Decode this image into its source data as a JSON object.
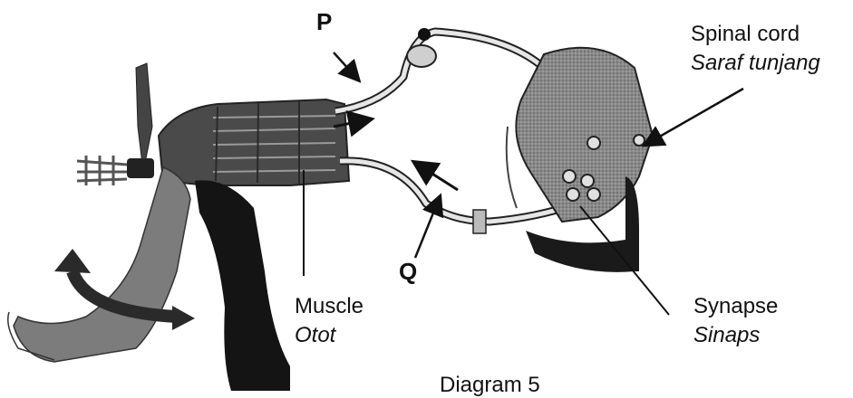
{
  "labels": {
    "p": "P",
    "q": "Q",
    "spinal_cord_en": "Spinal cord",
    "spinal_cord_ms": "Saraf tunjang",
    "muscle_en": "Muscle",
    "muscle_ms": "Otot",
    "synapse_en": "Synapse",
    "synapse_ms": "Sinaps"
  },
  "caption": "Diagram 5",
  "colors": {
    "ink": "#111111",
    "leg_dark": "#1a1a1a",
    "leg_mid": "#6b6b6b",
    "cord_gray": "#7a7a7a",
    "nerve_light": "#e6e6e6"
  }
}
